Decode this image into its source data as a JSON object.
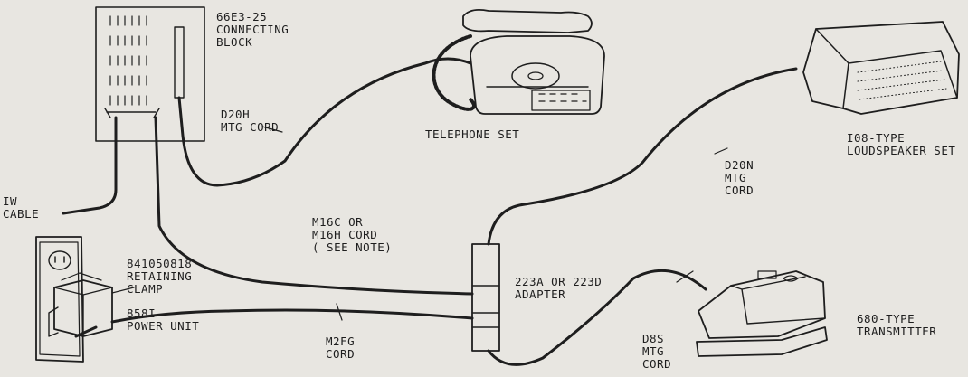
{
  "labels": {
    "connecting_block": [
      "66E3-25",
      "CONNECTING",
      "BLOCK"
    ],
    "d20h_cord": [
      "D20H",
      "MTG CORD"
    ],
    "telephone_set": [
      "TELEPHONE SET"
    ],
    "loudspeaker_set": [
      "I08-TYPE",
      "LOUDSPEAKER SET"
    ],
    "d20n_cord": [
      "D20N",
      "MTG",
      "CORD"
    ],
    "iw_cable": [
      "IW",
      "CABLE"
    ],
    "m16c_cord": [
      "M16C OR",
      "M16H CORD",
      "( SEE NOTE)"
    ],
    "retaining_clamp": [
      "841050818",
      "RETAINING",
      "CLAMP"
    ],
    "power_unit": [
      "858I",
      "POWER UNIT"
    ],
    "adapter": [
      "223A OR 223D",
      "ADAPTER"
    ],
    "transmitter": [
      "680-TYPE",
      "TRANSMITTER"
    ],
    "m2fg_cord": [
      "M2FG",
      "CORD"
    ],
    "d8s_cord": [
      "D8S",
      "MTG",
      "CORD"
    ]
  },
  "colors": {
    "background": "#e8e6e1",
    "ink": "#1e1e1e"
  }
}
